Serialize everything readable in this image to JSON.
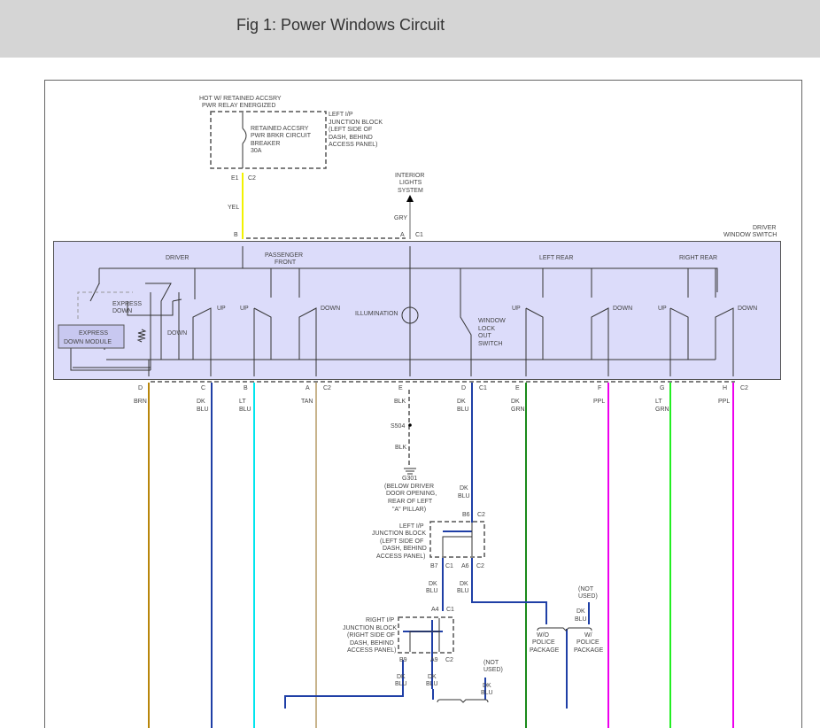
{
  "title": "Fig 1: Power Windows Circuit",
  "colors": {
    "switch_fill": "#dcdcfa",
    "yel": "#f2f200",
    "gry": "#999999",
    "brn": "#b8860b",
    "dk_blu": "#1f3fa6",
    "lt_blu": "#00e5ee",
    "tan": "#c8b48c",
    "blk": "#555555",
    "dk_grn": "#1a8a1a",
    "ppl": "#ee00ee",
    "lt_grn": "#22ee22"
  },
  "top": {
    "hot1": "HOT W/ RETAINED ACCSRY",
    "hot2": "PWR RELAY ENERGIZED",
    "brk1": "RETAINED ACCSRY",
    "brk2": "PWR BRKR CIRCUIT",
    "brk3": "BREAKER",
    "brk4": "30A",
    "jb1": "LEFT I/P",
    "jb2": "JUNCTION BLOCK",
    "jb3": "(LEFT SIDE OF",
    "jb4": "DASH, BEHIND",
    "jb5": "ACCESS PANEL)",
    "e1": "E1",
    "c2": "C2",
    "yel": "YEL",
    "b": "B",
    "a": "A",
    "c1": "C1",
    "gry": "GRY",
    "int1": "INTERIOR",
    "int2": "LIGHTS",
    "int3": "SYSTEM"
  },
  "switch": {
    "name1": "DRIVER",
    "name2": "WINDOW SWITCH",
    "driver": "DRIVER",
    "pf1": "PASSENGER",
    "pf2": "FRONT",
    "lr": "LEFT REAR",
    "rr": "RIGHT REAR",
    "ed1": "EXPRESS",
    "ed2": "DOWN",
    "edm1": "EXPRESS",
    "edm2": "DOWN MODULE",
    "down": "DOWN",
    "up": "UP",
    "illum": "ILLUMINATION",
    "wl1": "WINDOW",
    "wl2": "LOCK",
    "wl3": "OUT",
    "wl4": "SWITCH"
  },
  "pins": [
    {
      "pin": "D",
      "c1": "BRN",
      "c2": ""
    },
    {
      "pin": "C",
      "c1": "DK",
      "c2": "BLU"
    },
    {
      "pin": "B",
      "c1": "LT",
      "c2": "BLU"
    },
    {
      "pin": "A",
      "c1": "TAN",
      "c2": "",
      "conn": "C2"
    },
    {
      "pin": "E",
      "c1": "BLK",
      "c2": ""
    },
    {
      "pin": "D",
      "c1": "DK",
      "c2": "BLU",
      "conn": "C1"
    },
    {
      "pin": "E",
      "c1": "DK",
      "c2": "GRN"
    },
    {
      "pin": "F",
      "c1": "PPL",
      "c2": ""
    },
    {
      "pin": "G",
      "c1": "LT",
      "c2": "GRN"
    },
    {
      "pin": "H",
      "c1": "PPL",
      "c2": "",
      "conn": "C2"
    }
  ],
  "lower": {
    "s504": "S504",
    "blk": "BLK",
    "g1": "G301",
    "g2": "(BELOW DRIVER",
    "g3": "DOOR OPENING,",
    "g4": "REAR OF LEFT",
    "g5": "\"A\" PILLAR)",
    "dk": "DK",
    "blu": "BLU",
    "b6": "B6",
    "c2": "C2",
    "c1": "C1",
    "b7": "B7",
    "a6": "A6",
    "a4": "A4",
    "b9": "B9",
    "a9": "A9",
    "ljb1": "LEFT I/P",
    "ljb2": "JUNCTION BLOCK",
    "ljb3": "(LEFT SIDE OF",
    "ljb4": "DASH, BEHIND",
    "ljb5": "ACCESS PANEL)",
    "rjb1": "RIGHT I/P",
    "rjb2": "JUNCTION BLOCK",
    "rjb3": "(RIGHT SIDE OF",
    "rjb4": "DASH, BEHIND",
    "rjb5": "ACCESS PANEL)",
    "nu1": "(NOT",
    "nu2": "USED)",
    "wo1": "W/O",
    "wo2": "POLICE",
    "wo3": "PACKAGE",
    "w1": "W/",
    "w2": "POLICE",
    "w3": "PACKAGE"
  }
}
